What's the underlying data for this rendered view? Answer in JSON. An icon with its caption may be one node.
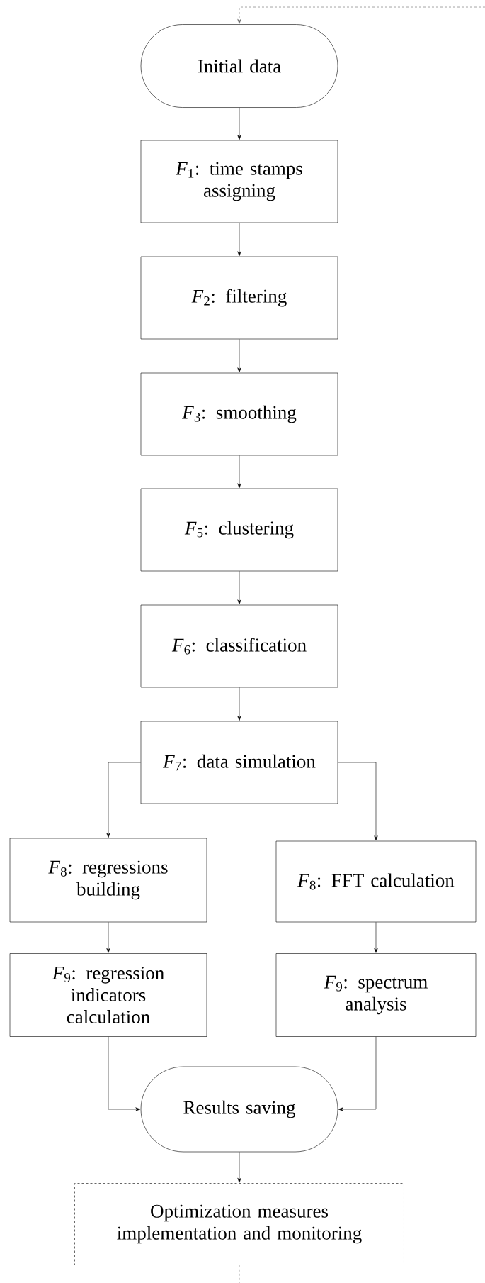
{
  "diagram": {
    "nodes": [
      {
        "text": [
          "Initial data"
        ]
      },
      {
        "text": [
          "*F*$_{1}$: time stamps assigning"
        ]
      },
      {
        "text": [
          "*F*$_{2}$: filtering"
        ]
      },
      {
        "text": [
          "*F*$_{3}$: smoothing"
        ]
      },
      {
        "text": [
          "*F*$_{5}$: clustering"
        ]
      },
      {
        "text": [
          "*F*$_{6}$: classification"
        ]
      },
      {
        "text": [
          "*F*$_{7}$: data simulation"
        ]
      },
      {
        "text": [
          "*F*$_{8}$: regressions building"
        ]
      },
      {
        "text": [
          "*F*$_{8}$: FFT calculation"
        ]
      },
      {
        "text": [
          "*F*$_{9}$: regression indicators calculation"
        ]
      },
      {
        "text": [
          "*F*$_{9}$: spectrum analysis"
        ]
      },
      {
        "text": [
          "Results saving"
        ]
      },
      {
        "text": [
          "Optimization measures implementation and monitoring"
        ]
      }
    ],
    "edges": [
      {
        "from": null,
        "to": 0,
        "arrow": "to",
        "style": "dashed",
        "color": "#666666"
      },
      {
        "from": 0,
        "to": 1,
        "arrow": "to"
      },
      {
        "from": 1,
        "to": 2,
        "arrow": "to"
      },
      {
        "from": 2,
        "to": 3,
        "arrow": "to"
      },
      {
        "from": 3,
        "to": 4,
        "arrow": "to"
      },
      {
        "from": 4,
        "to": 5,
        "arrow": "to"
      },
      {
        "from": 5,
        "to": 6,
        "arrow": "to"
      },
      {
        "from": 6,
        "to": 7,
        "arrow": "to"
      },
      {
        "from": 6,
        "to": 8,
        "arrow": "to"
      },
      {
        "from": 7,
        "to": 9,
        "arrow": "to"
      },
      {
        "from": 8,
        "to": 10,
        "arrow": "to"
      },
      {
        "from": 9,
        "to": 11,
        "arrow": "to"
      },
      {
        "from": 10,
        "to": 11,
        "arrow": "to"
      },
      {
        "from": 11,
        "to": 12,
        "arrow": "to"
      },
      {
        "from": 12,
        "to": null,
        "arrow": "none",
        "style": "dashed",
        "color": "#666666"
      }
    ]
  }
}
